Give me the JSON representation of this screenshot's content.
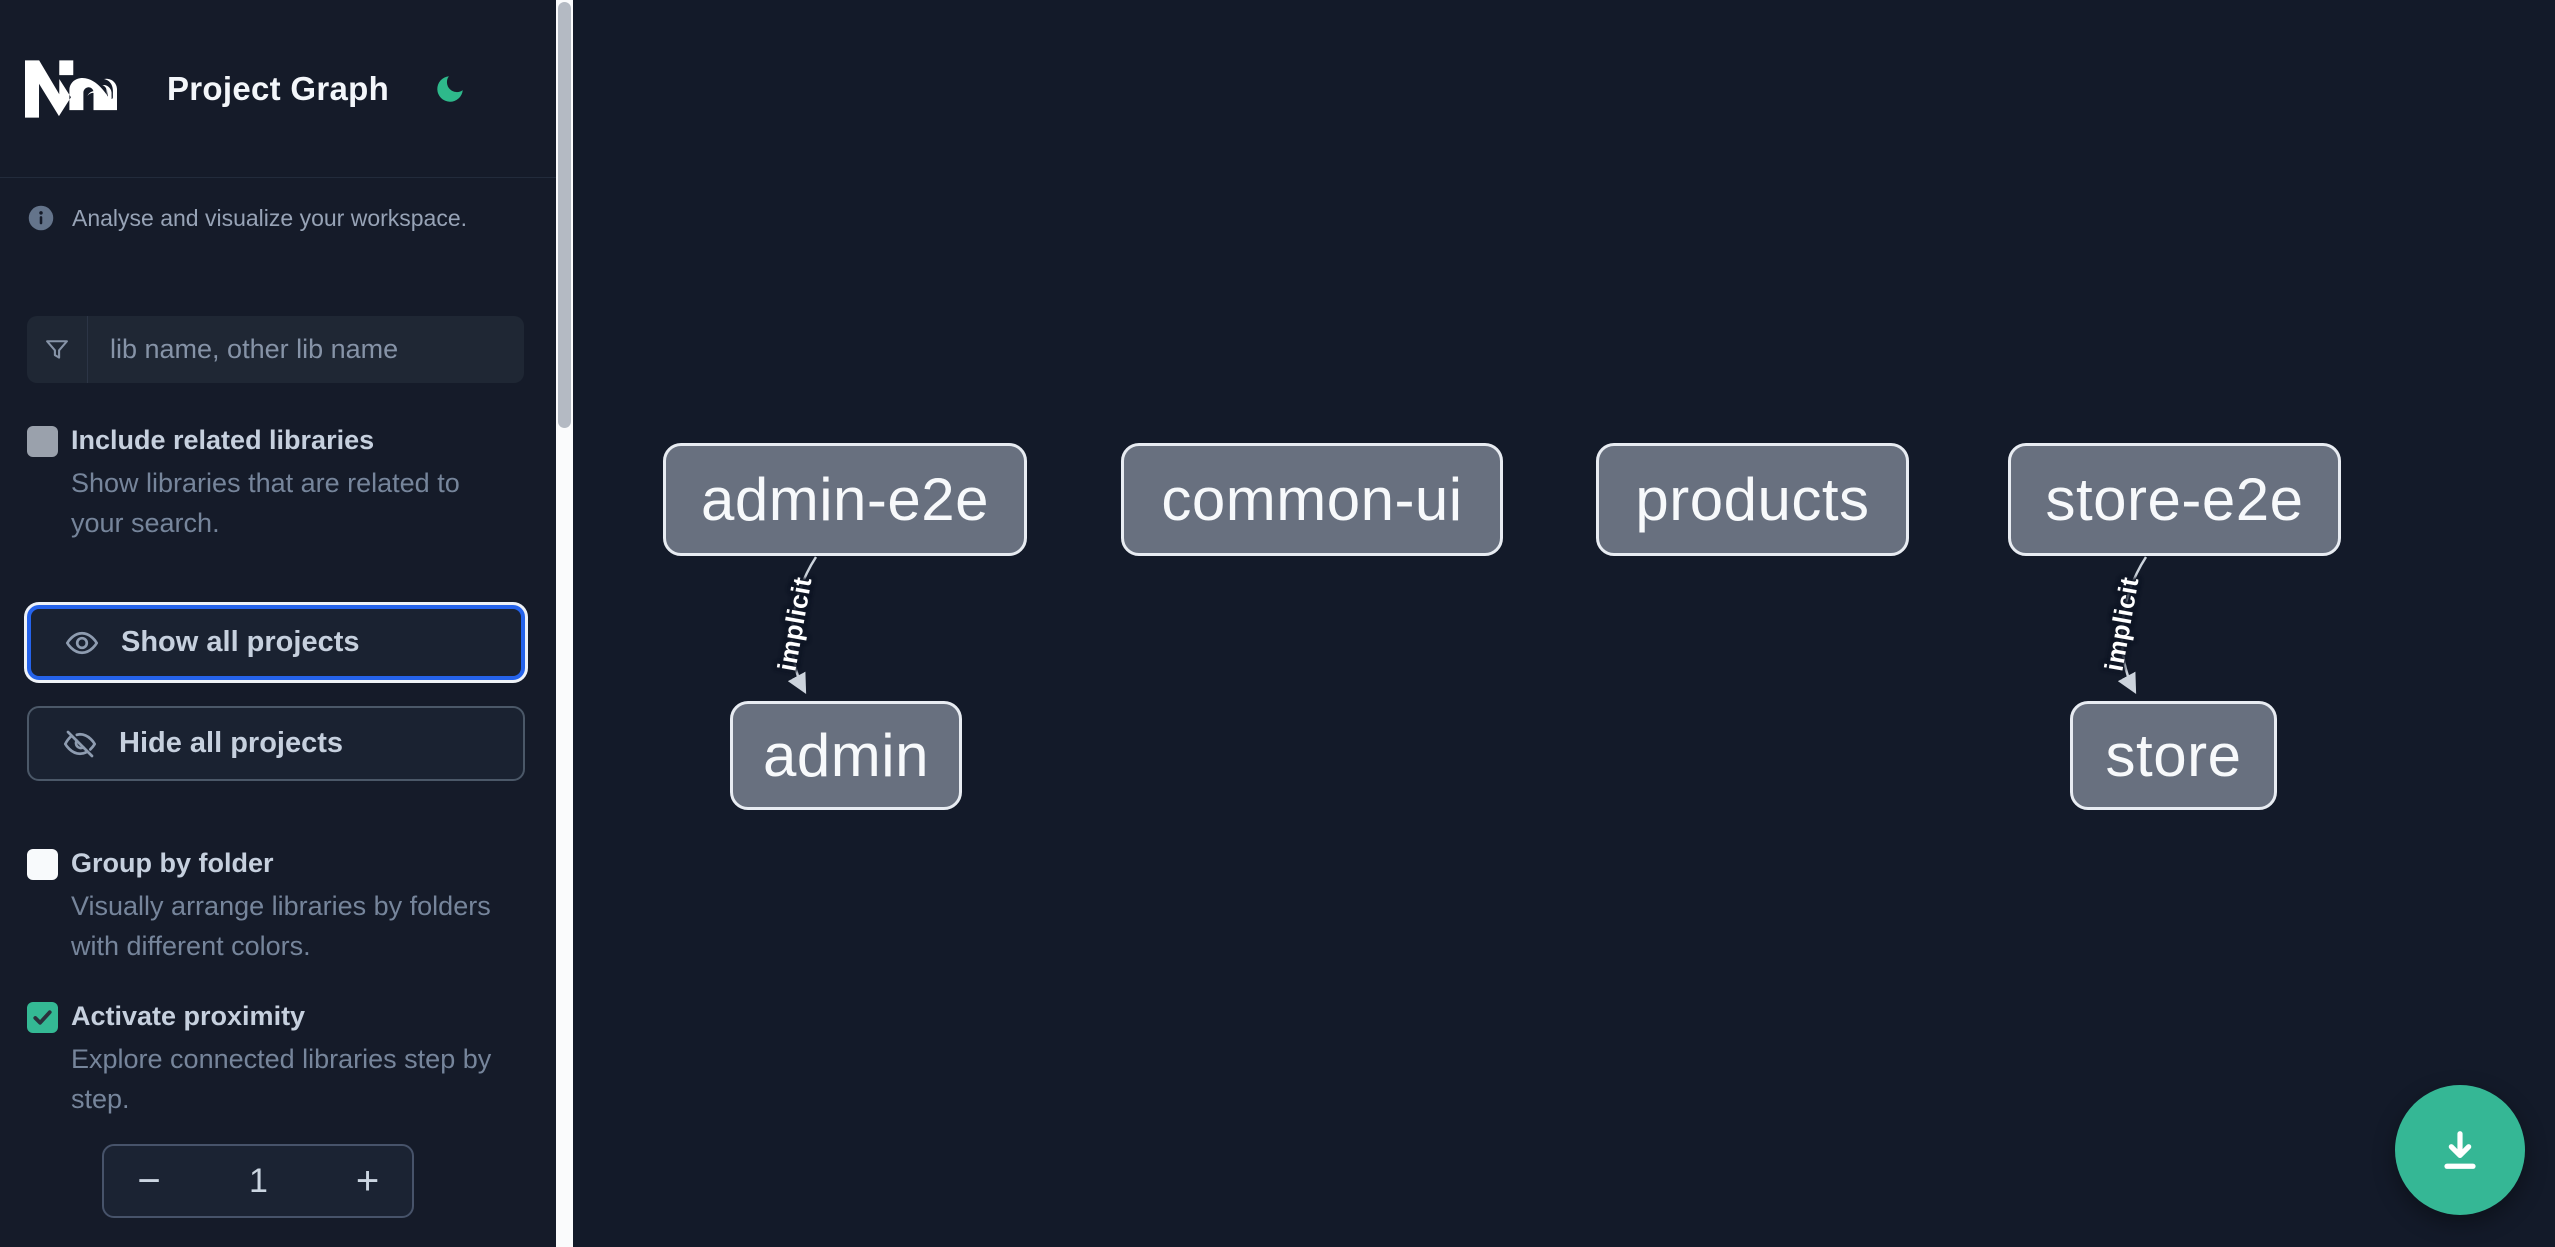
{
  "header": {
    "app_name": "Nx",
    "title": "Project Graph"
  },
  "sidebar": {
    "tagline": "Analyse and visualize your workspace.",
    "search": {
      "placeholder": "lib name, other lib name",
      "value": ""
    },
    "options": {
      "include_related": {
        "label": "Include related libraries",
        "description": "Show libraries that are related to your search.",
        "checked": false
      },
      "group_by_folder": {
        "label": "Group by folder",
        "description": "Visually arrange libraries by folders with different colors.",
        "checked": false
      },
      "activate_proximity": {
        "label": "Activate proximity",
        "description": "Explore connected libraries step by step.",
        "checked": true
      }
    },
    "actions": {
      "show_all": "Show all projects",
      "hide_all": "Hide all projects"
    },
    "proximity_stepper": {
      "decrement": "−",
      "value": "1",
      "increment": "+"
    }
  },
  "graph": {
    "nodes": [
      {
        "id": "admin-e2e",
        "label": "admin-e2e"
      },
      {
        "id": "common-ui",
        "label": "common-ui"
      },
      {
        "id": "products",
        "label": "products"
      },
      {
        "id": "store-e2e",
        "label": "store-e2e"
      },
      {
        "id": "admin",
        "label": "admin"
      },
      {
        "id": "store",
        "label": "store"
      }
    ],
    "edges": [
      {
        "source": "admin-e2e",
        "target": "admin",
        "label": "implicit"
      },
      {
        "source": "store-e2e",
        "target": "store",
        "label": "implicit"
      }
    ]
  },
  "colors": {
    "accent_green": "#35b795",
    "focus_blue": "#2563eb",
    "node_fill": "#68707f",
    "node_border": "#e8ecf2",
    "edge_stroke": "#ccd3dc"
  }
}
